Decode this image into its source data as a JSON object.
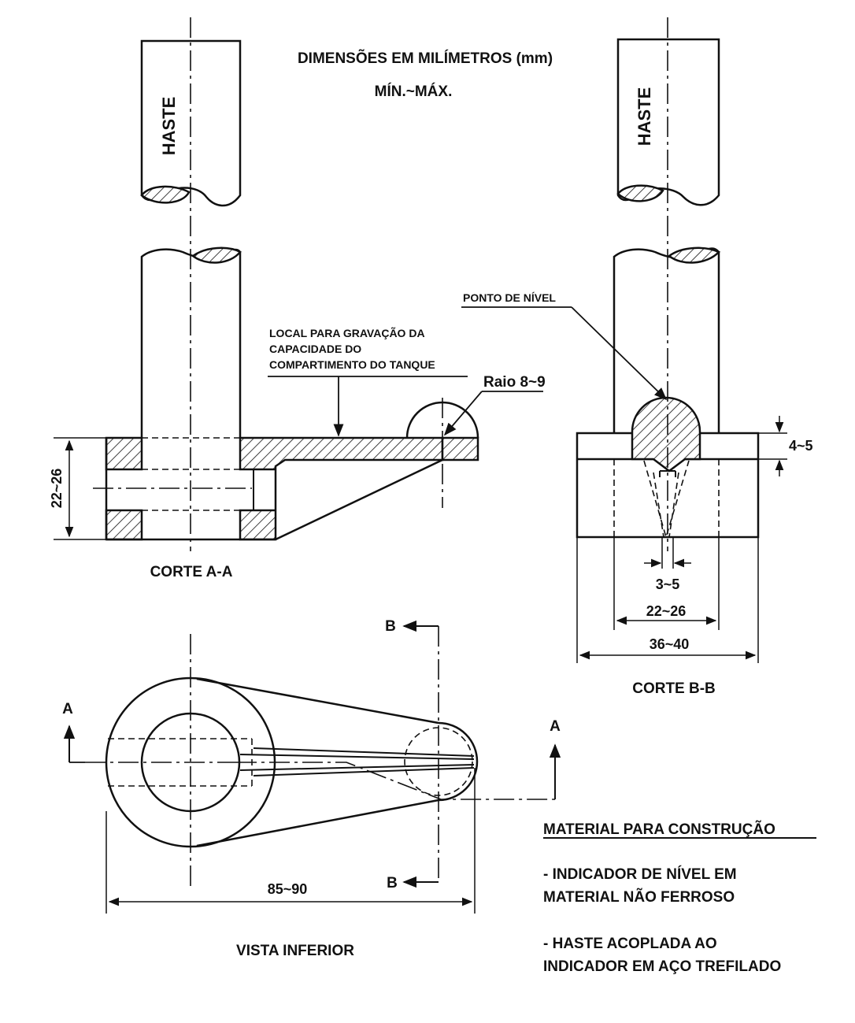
{
  "header": {
    "units_note": "DIMENSÕES EM MILÍMETROS (mm)",
    "range_note": "MÍN.~MÁX."
  },
  "section_aa": {
    "rod_label": "HASTE",
    "engraving_note": [
      "LOCAL PARA GRAVAÇÃO DA",
      "CAPACIDADE DO",
      "COMPARTIMENTO DO TANQUE"
    ],
    "radius_label": "Raio 8~9",
    "height_dim": "22~26",
    "title": "CORTE  A-A"
  },
  "section_bb": {
    "rod_label": "HASTE",
    "level_point_label": "PONTO DE NÍVEL",
    "plate_thickness_dim": "4~5",
    "tip_width_dim": "3~5",
    "bore_dim": "22~26",
    "width_dim": "36~40",
    "title": "CORTE  B-B"
  },
  "bottom_view": {
    "marker_a": "A",
    "marker_b": "B",
    "length_dim": "85~90",
    "title": "VISTA INFERIOR"
  },
  "material": {
    "heading": "MATERIAL PARA CONSTRUÇÃO",
    "item1": [
      "- INDICADOR DE NÍVEL EM",
      "MATERIAL  NÃO FERROSO"
    ],
    "item2": [
      "- HASTE ACOPLADA AO",
      "INDICADOR EM AÇO TREFILADO"
    ]
  },
  "colors": {
    "ink": "#111111",
    "paper": "#ffffff"
  }
}
